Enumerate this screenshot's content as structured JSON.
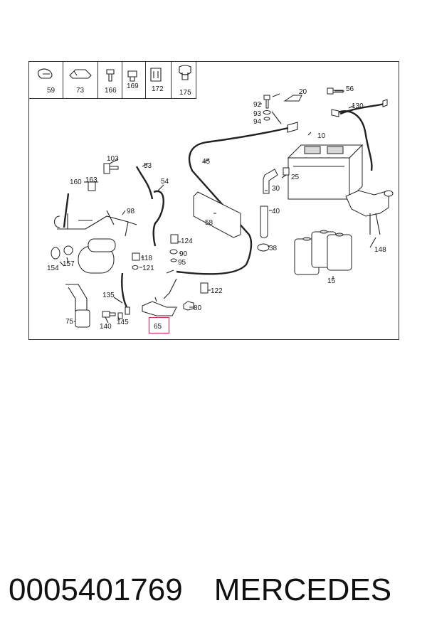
{
  "legend_parts": [
    "59",
    "73",
    "166",
    "169",
    "172",
    "175"
  ],
  "callouts": {
    "p92": "92",
    "p93": "93",
    "p94": "94",
    "p20": "20",
    "p56": "56",
    "p130": "130",
    "p10": "10",
    "p45": "45",
    "p25": "25",
    "p30": "30",
    "p40": "40",
    "p38": "38",
    "p58": "58",
    "p103": "103",
    "p53": "53",
    "p160": "160",
    "p163": "163",
    "p54": "54",
    "p98": "98",
    "p124": "124",
    "p90": "90",
    "p118": "118",
    "p95": "95",
    "p121": "121",
    "p154": "154",
    "p157": "157",
    "p148": "148",
    "p15": "15",
    "p122": "122",
    "p135": "135",
    "p80": "80",
    "p75": "75",
    "p140": "140",
    "p145": "145"
  },
  "highlighted_part": "65",
  "highlight_color": "#e0315b",
  "part_number": "0005401769",
  "brand": "MERCEDES"
}
